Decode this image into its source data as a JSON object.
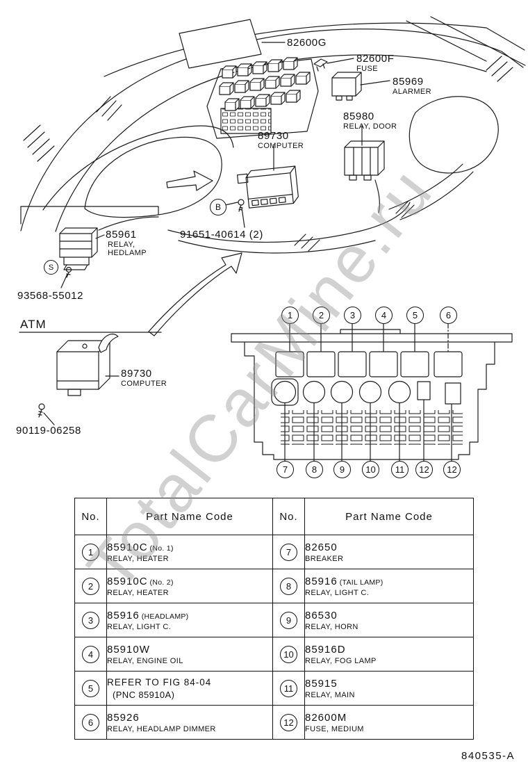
{
  "watermark": "TotalCarMine.ru",
  "doc_number": "840535-A",
  "diagram": {
    "sticker_label": "82600G",
    "fuse": {
      "code": "82600F",
      "name": "FUSE"
    },
    "alarmer": {
      "code": "85969",
      "name": "ALARMER"
    },
    "door_relay": {
      "code": "85980",
      "name": "RELAY, DOOR"
    },
    "computer_main": {
      "code": "89730",
      "name": "COMPUTER"
    },
    "bolt": {
      "code": "91651-40614 (2)",
      "marker": "B"
    },
    "headlamp_relay": {
      "code": "85961",
      "name1": "RELAY,",
      "name2": "HEDLAMP",
      "marker": "S",
      "screw_code": "93568-55012"
    },
    "atm": {
      "heading": "ATM",
      "computer_code": "89730",
      "computer_name": "COMPUTER",
      "screw_code": "90119-06258"
    }
  },
  "panel": {
    "top_callouts": [
      "1",
      "2",
      "3",
      "4",
      "5",
      "6"
    ],
    "bottom_callouts": [
      "7",
      "8",
      "9",
      "10",
      "11",
      "12",
      "12"
    ]
  },
  "table": {
    "headers": [
      "No.",
      "Part Name Code",
      "No.",
      "Part Name Code"
    ],
    "rows": [
      {
        "l_no": "1",
        "l_code": "85910C",
        "l_paren": "(No. 1)",
        "l_name": "RELAY, HEATER",
        "r_no": "7",
        "r_code": "82650",
        "r_paren": "",
        "r_name": "BREAKER"
      },
      {
        "l_no": "2",
        "l_code": "85910C",
        "l_paren": "(No. 2)",
        "l_name": "RELAY, HEATER",
        "r_no": "8",
        "r_code": "85916",
        "r_paren": "(TAIL LAMP)",
        "r_name": "RELAY, LIGHT C."
      },
      {
        "l_no": "3",
        "l_code": "85916",
        "l_paren": "(HEADLAMP)",
        "l_name": "RELAY, LIGHT C.",
        "r_no": "9",
        "r_code": "86530",
        "r_paren": "",
        "r_name": "RELAY, HORN"
      },
      {
        "l_no": "4",
        "l_code": "85910W",
        "l_paren": "",
        "l_name": "RELAY, ENGINE OIL",
        "r_no": "10",
        "r_code": "85916D",
        "r_paren": "",
        "r_name": "RELAY, FOG LAMP"
      },
      {
        "l_no": "5",
        "l_code": "REFER TO FIG 84-04",
        "l_paren": "",
        "l_name": "(PNC 85910A)",
        "r_no": "11",
        "r_code": "85915",
        "r_paren": "",
        "r_name": "RELAY, MAIN"
      },
      {
        "l_no": "6",
        "l_code": "85926",
        "l_paren": "",
        "l_name": "RELAY, HEADLAMP DIMMER",
        "r_no": "12",
        "r_code": "82600M",
        "r_paren": "",
        "r_name": "FUSE, MEDIUM"
      }
    ]
  }
}
